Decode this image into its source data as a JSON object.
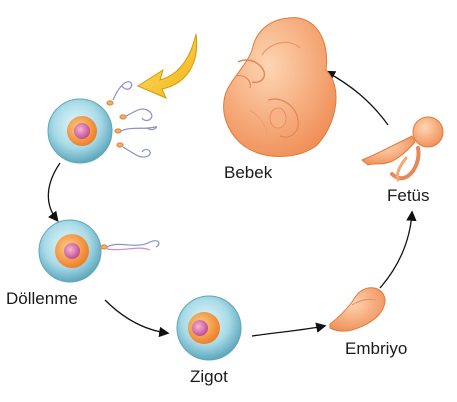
{
  "stages": {
    "bebek": "Bebek",
    "fetus": "Fetüs",
    "embriyo": "Embriyo",
    "zigot": "Zigot",
    "dollenme": "Döllenme"
  },
  "colors": {
    "skin": "#f5a06a",
    "skin_light": "#fcc79e",
    "cell_outer": "#9ed4e0",
    "cell_rim": "#5fa7bd",
    "nucleus_orange": "#f08a2c",
    "nucleus_pink": "#d76aa6",
    "indicator_arrow": "#f7c21b",
    "cycle_arrow": "#111111"
  },
  "icons": [
    "baby-icon",
    "fetus-icon",
    "embryo-icon",
    "zygote-cell-icon",
    "fertilization-cell-icon",
    "egg-with-sperm-icon",
    "sperm-icon",
    "curved-indicator-arrow-icon",
    "cycle-arrow-icon"
  ]
}
